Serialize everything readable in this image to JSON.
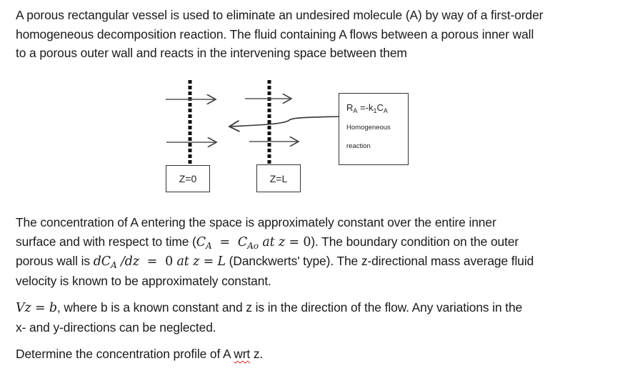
{
  "intro": {
    "lines": [
      "A porous rectangular vessel is used to eliminate an undesired molecule (A) by way of a first-order",
      "homogeneous decomposition reaction. The fluid containing A flows between a porous inner wall",
      "to a porous outer wall and reacts in the intervening space between them"
    ]
  },
  "diagram": {
    "left_wall_label": "Z=0",
    "right_wall_label": "Z=L",
    "reaction_box": {
      "rate_symbol": "R",
      "rate_sub": "A",
      "rate_eq": " =-k",
      "k_sub": "1",
      "conc": "C",
      "conc_sub": "A",
      "line1": "Homogeneous",
      "line2": "reaction"
    }
  },
  "para2": {
    "line1": "The concentration of A entering the space is approximately constant over the entire inner",
    "line2_pre": "surface and with respect to time (",
    "line2_ca": "C",
    "line2_ca_sub": "A",
    "line2_eq": "  =  ",
    "line2_cao": "C",
    "line2_cao_sub": "Ao",
    "line2_at": " at z = ",
    "line2_zero": "0",
    "line2_post": "). The boundary condition on the outer",
    "line3_pre": "porous wall is ",
    "line3_d": "dC",
    "line3_d_sub": "A",
    "line3_dz": " /dz",
    "line3_eq": "  =  ",
    "line3_zero": "0",
    "line3_at": " at z = L",
    "line3_post": " (Danckwerts' type). The z-directional mass average fluid",
    "line4": "velocity is known to be approximately constant."
  },
  "para3": {
    "math": "Vz",
    "eq": " = ",
    "b": "b",
    "line1_post": ", where b is a known constant and z is in the direction of the flow. Any variations in the",
    "line2": "x- and y-directions can be neglected."
  },
  "para4": {
    "pre": "Determine the concentration profile of A ",
    "squiggle": "wrt",
    "post": " z."
  }
}
